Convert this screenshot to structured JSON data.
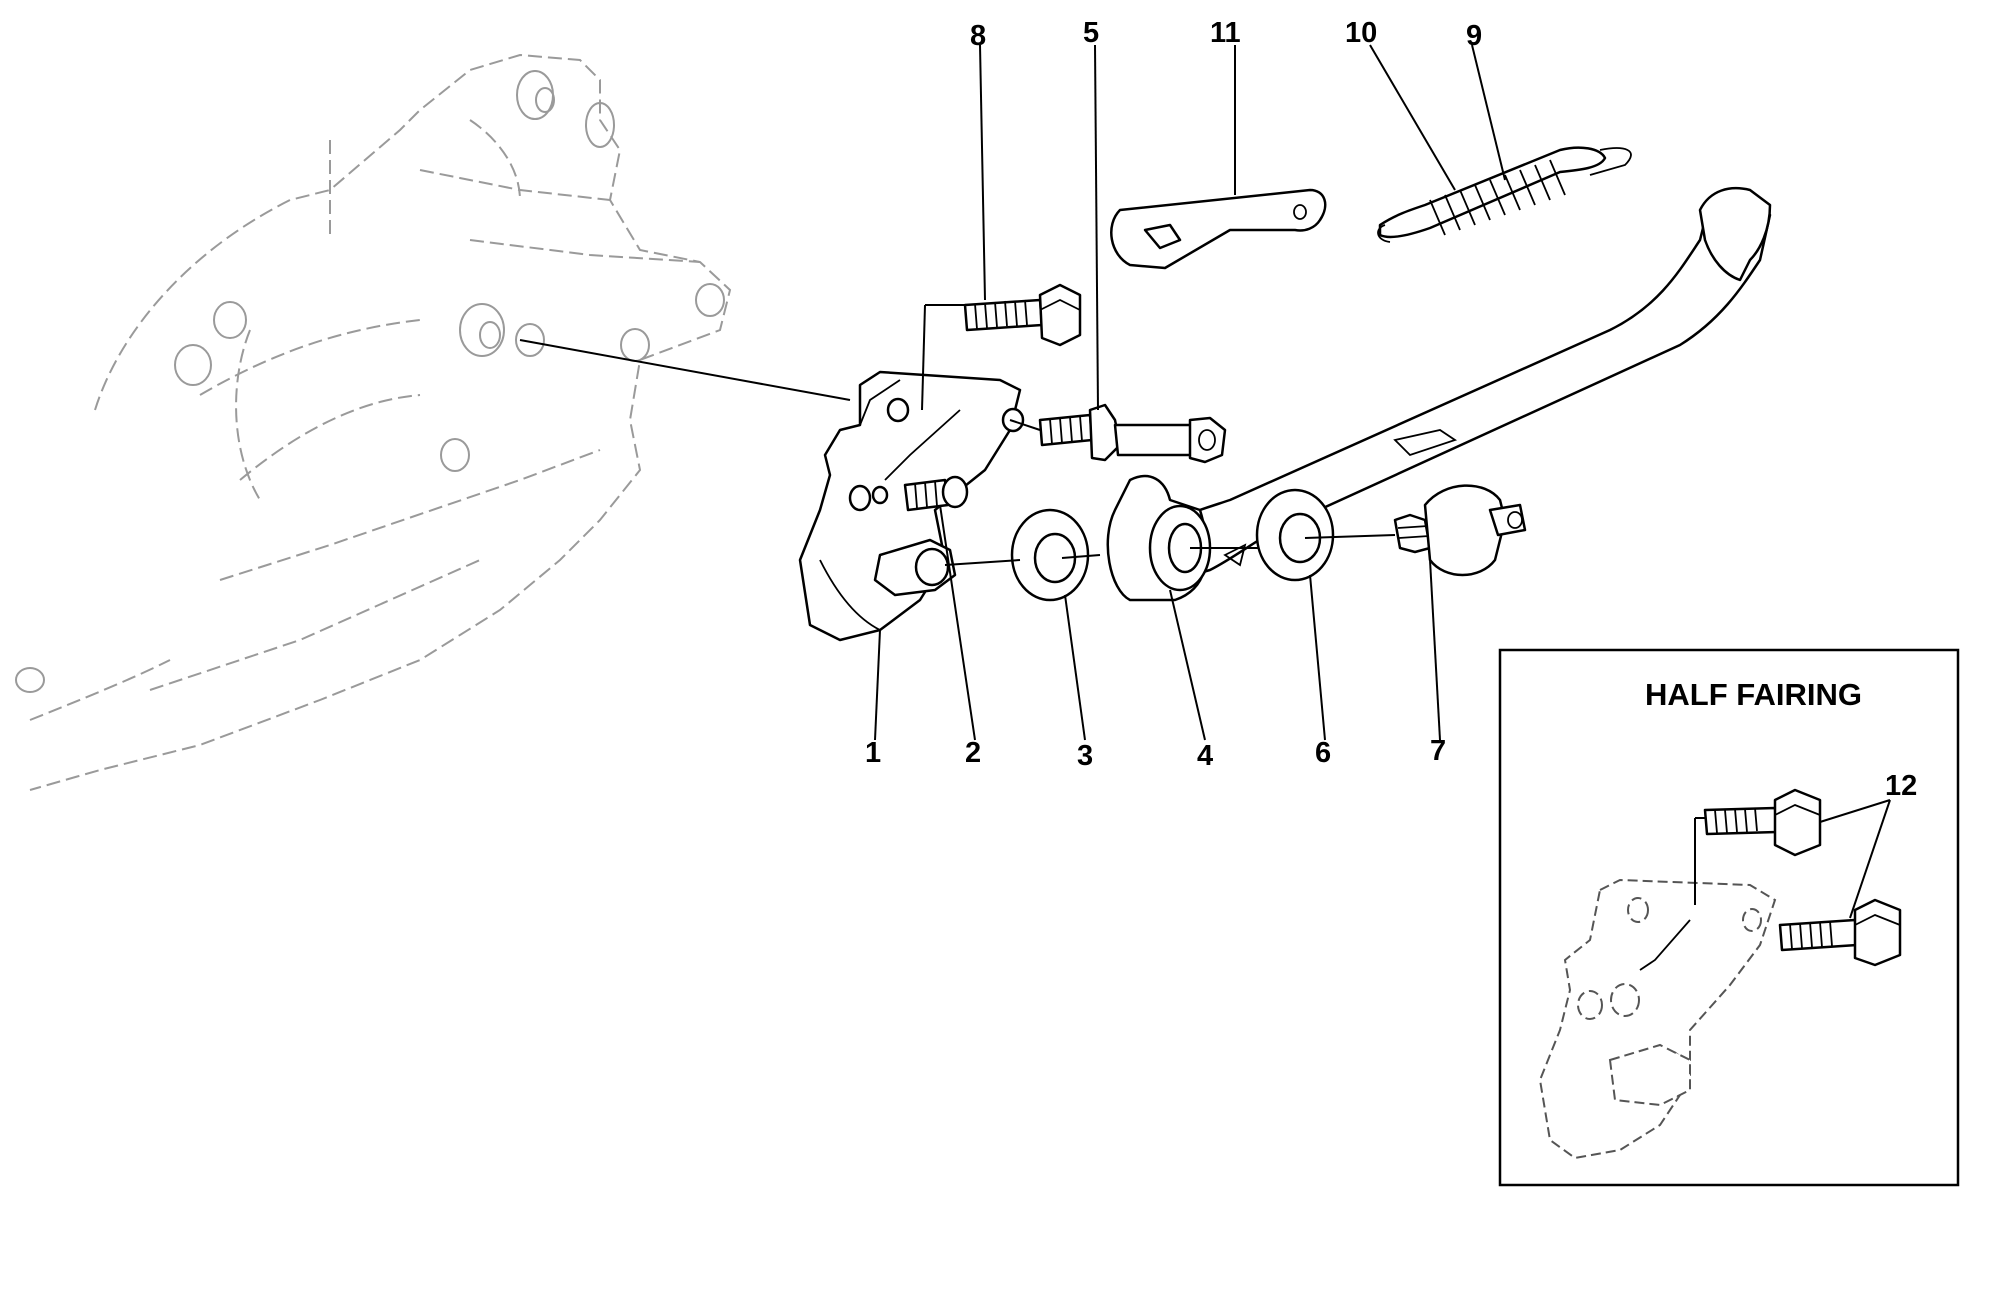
{
  "diagram": {
    "inset_title": "HALF FAIRING",
    "callouts": [
      "1",
      "2",
      "3",
      "4",
      "5",
      "6",
      "7",
      "8",
      "9",
      "10",
      "11",
      "12"
    ]
  }
}
